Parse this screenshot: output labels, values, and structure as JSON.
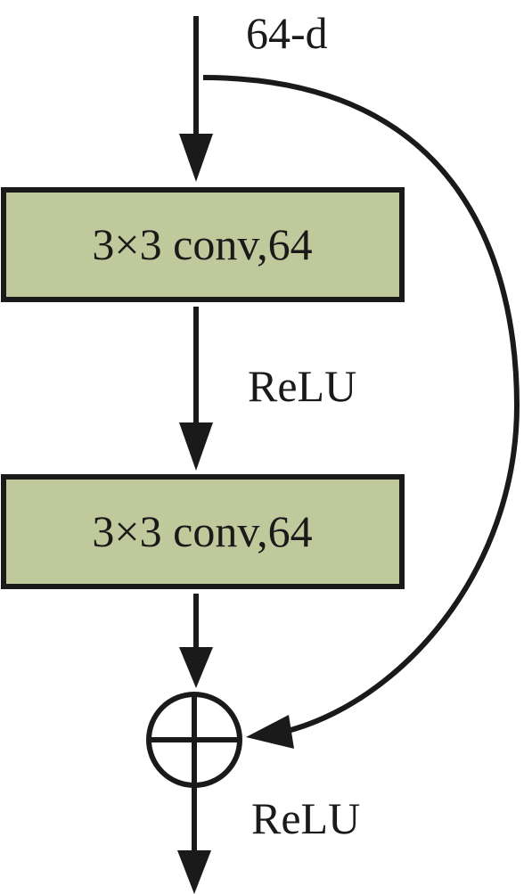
{
  "input_label": "64-d",
  "layers": [
    {
      "label": "3×3 conv,64"
    },
    {
      "label": "3×3 conv,64"
    }
  ],
  "activation_label_mid": "ReLU",
  "activation_label_out": "ReLU",
  "colors": {
    "layer_fill": "#c0c99b",
    "stroke": "#1a1a1a"
  }
}
